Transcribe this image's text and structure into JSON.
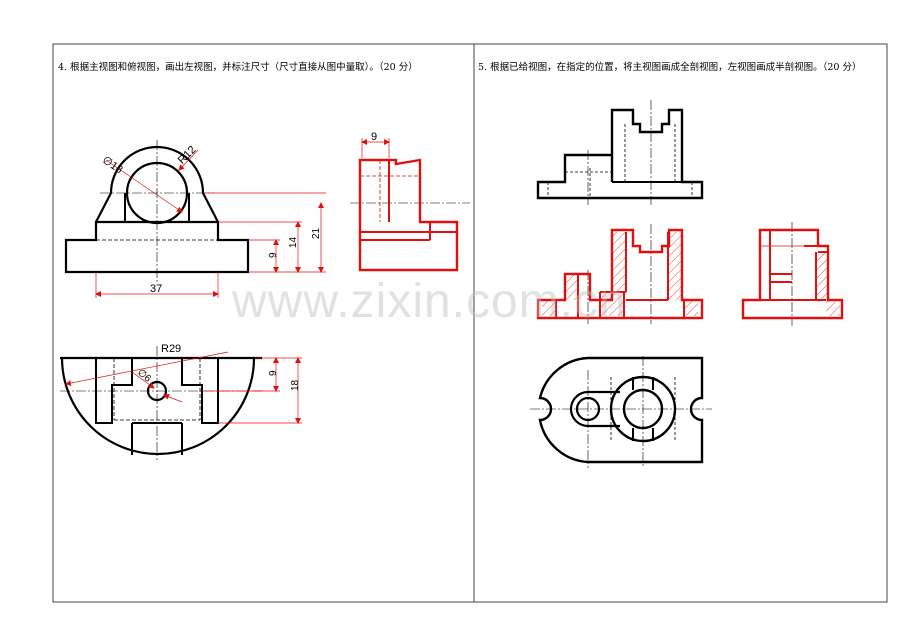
{
  "page": {
    "watermark": "www.zixin.com.cn"
  },
  "question4": {
    "prompt": "4. 根据主视图和俯视图，画出左视图，并标注尺寸（尺寸直接从图中量取）。（20 分）",
    "dims": {
      "d18": "∅18",
      "r12": "R12",
      "w37": "37",
      "h9": "9",
      "h14": "14",
      "h21": "21",
      "side9": "9",
      "r29": "R29",
      "d6": "∅6",
      "t9": "9",
      "t18": "18"
    }
  },
  "question5": {
    "prompt": "5. 根据已给视图，在指定的位置，将主视图画成全剖视图，左视图画成半剖视图。（20 分）"
  },
  "colors": {
    "line": "#000000",
    "answer": "#e01010",
    "dim": "#e01010",
    "frame": "#444444"
  }
}
